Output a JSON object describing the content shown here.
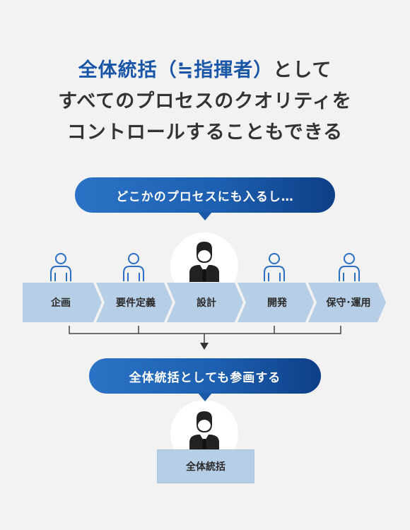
{
  "headline": {
    "line1_accent": "全体統括（≒指揮者）",
    "line1_rest": "として",
    "line2": "すべてのプロセスのクオリティを",
    "line3": "コントロールすることもできる"
  },
  "bubble_top": {
    "text": "どこかのプロセスにも入るし…"
  },
  "processes": [
    {
      "label": "企画",
      "figure": "person-outline-icon"
    },
    {
      "label": "要件定義",
      "figure": "person-outline-icon"
    },
    {
      "label": "設計",
      "figure": "businessman-icon"
    },
    {
      "label": "開発",
      "figure": "person-outline-icon"
    },
    {
      "label": "保守･運用",
      "figure": "person-outline-icon"
    }
  ],
  "bubble_mid": {
    "text": "全体統括としても参画する"
  },
  "leader": {
    "label": "全体統括",
    "figure": "businessman-icon"
  },
  "colors": {
    "background": "#f2f2f2",
    "accent": "#1a56a8",
    "bubble": "#1d5fb0",
    "arrow_fill": "#b6cfe6",
    "icon_outline": "#2a6fc4",
    "text": "#333333"
  }
}
